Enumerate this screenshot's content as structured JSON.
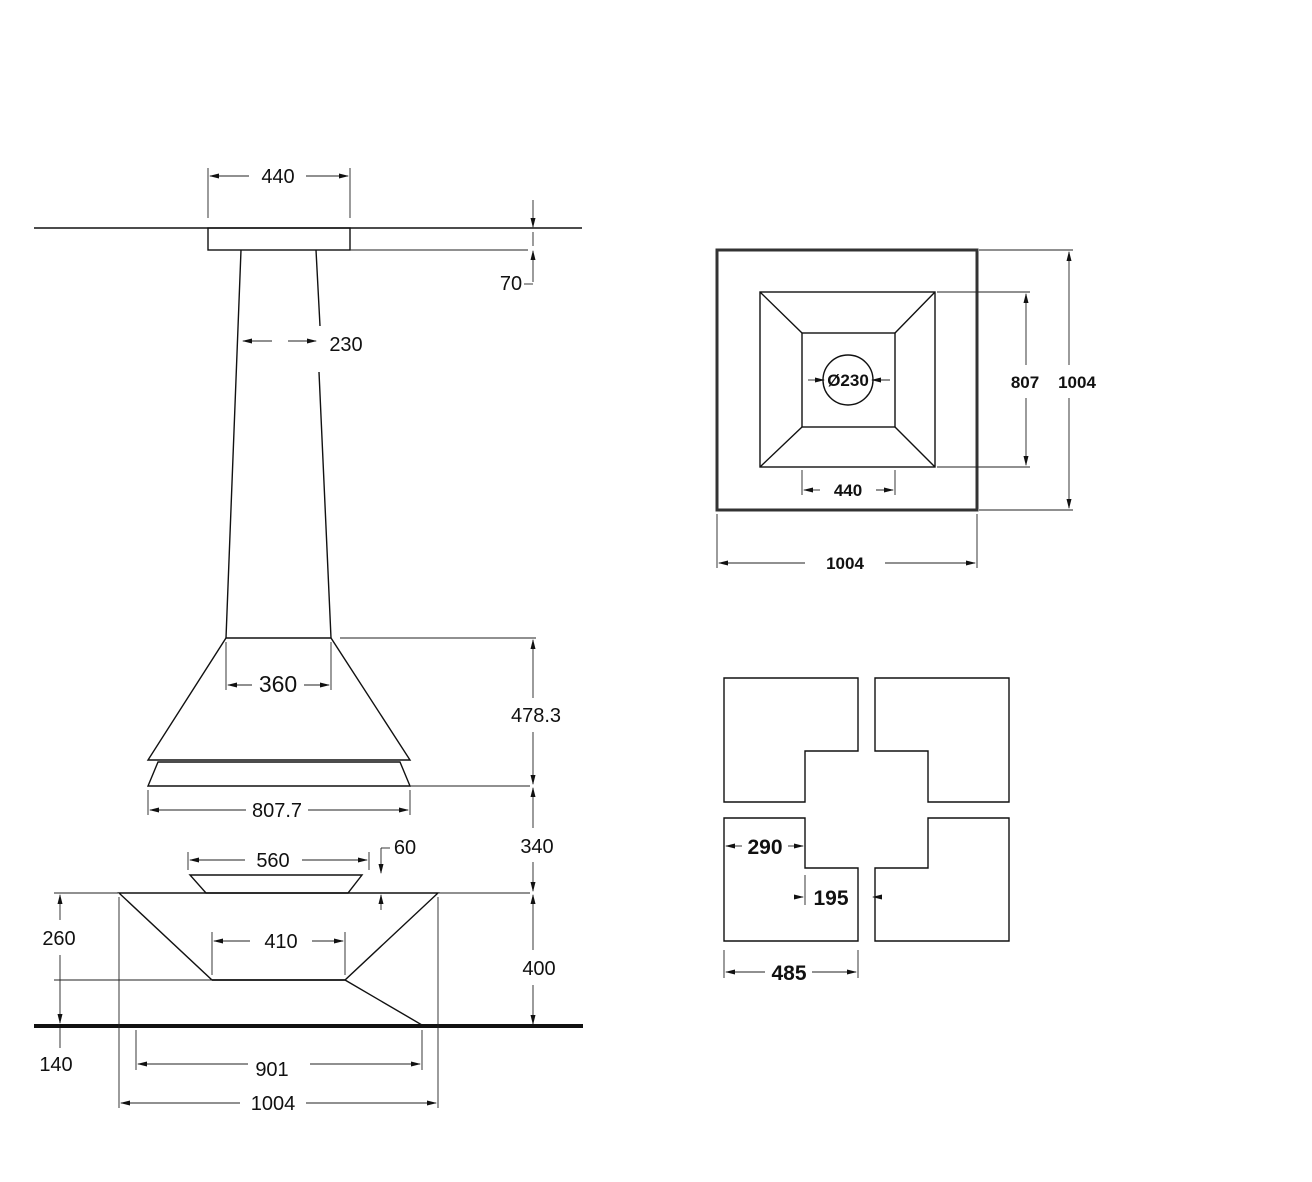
{
  "colors": {
    "line": "#111111",
    "background": "#ffffff"
  },
  "elevation": {
    "dims": {
      "collar_width": "440",
      "collar_height": "70",
      "flue_diameter": "230",
      "flue_base": "360",
      "hood_height": "478.3",
      "hood_width": "807.7",
      "gap_height": "340",
      "bowl_top": "560",
      "bowl_rim": "60",
      "base_height": "260",
      "base_inner": "410",
      "base_total": "400",
      "floor_offset": "140",
      "base_bottom": "901",
      "base_width": "1004"
    }
  },
  "plan": {
    "dims": {
      "flue": "Ø230",
      "hood_side": "807",
      "outer_side": "1004",
      "collar": "440",
      "outer_bottom": "1004"
    }
  },
  "segments": {
    "dims": {
      "notch_outer": "290",
      "notch_inner": "195",
      "segment_width": "485"
    }
  }
}
